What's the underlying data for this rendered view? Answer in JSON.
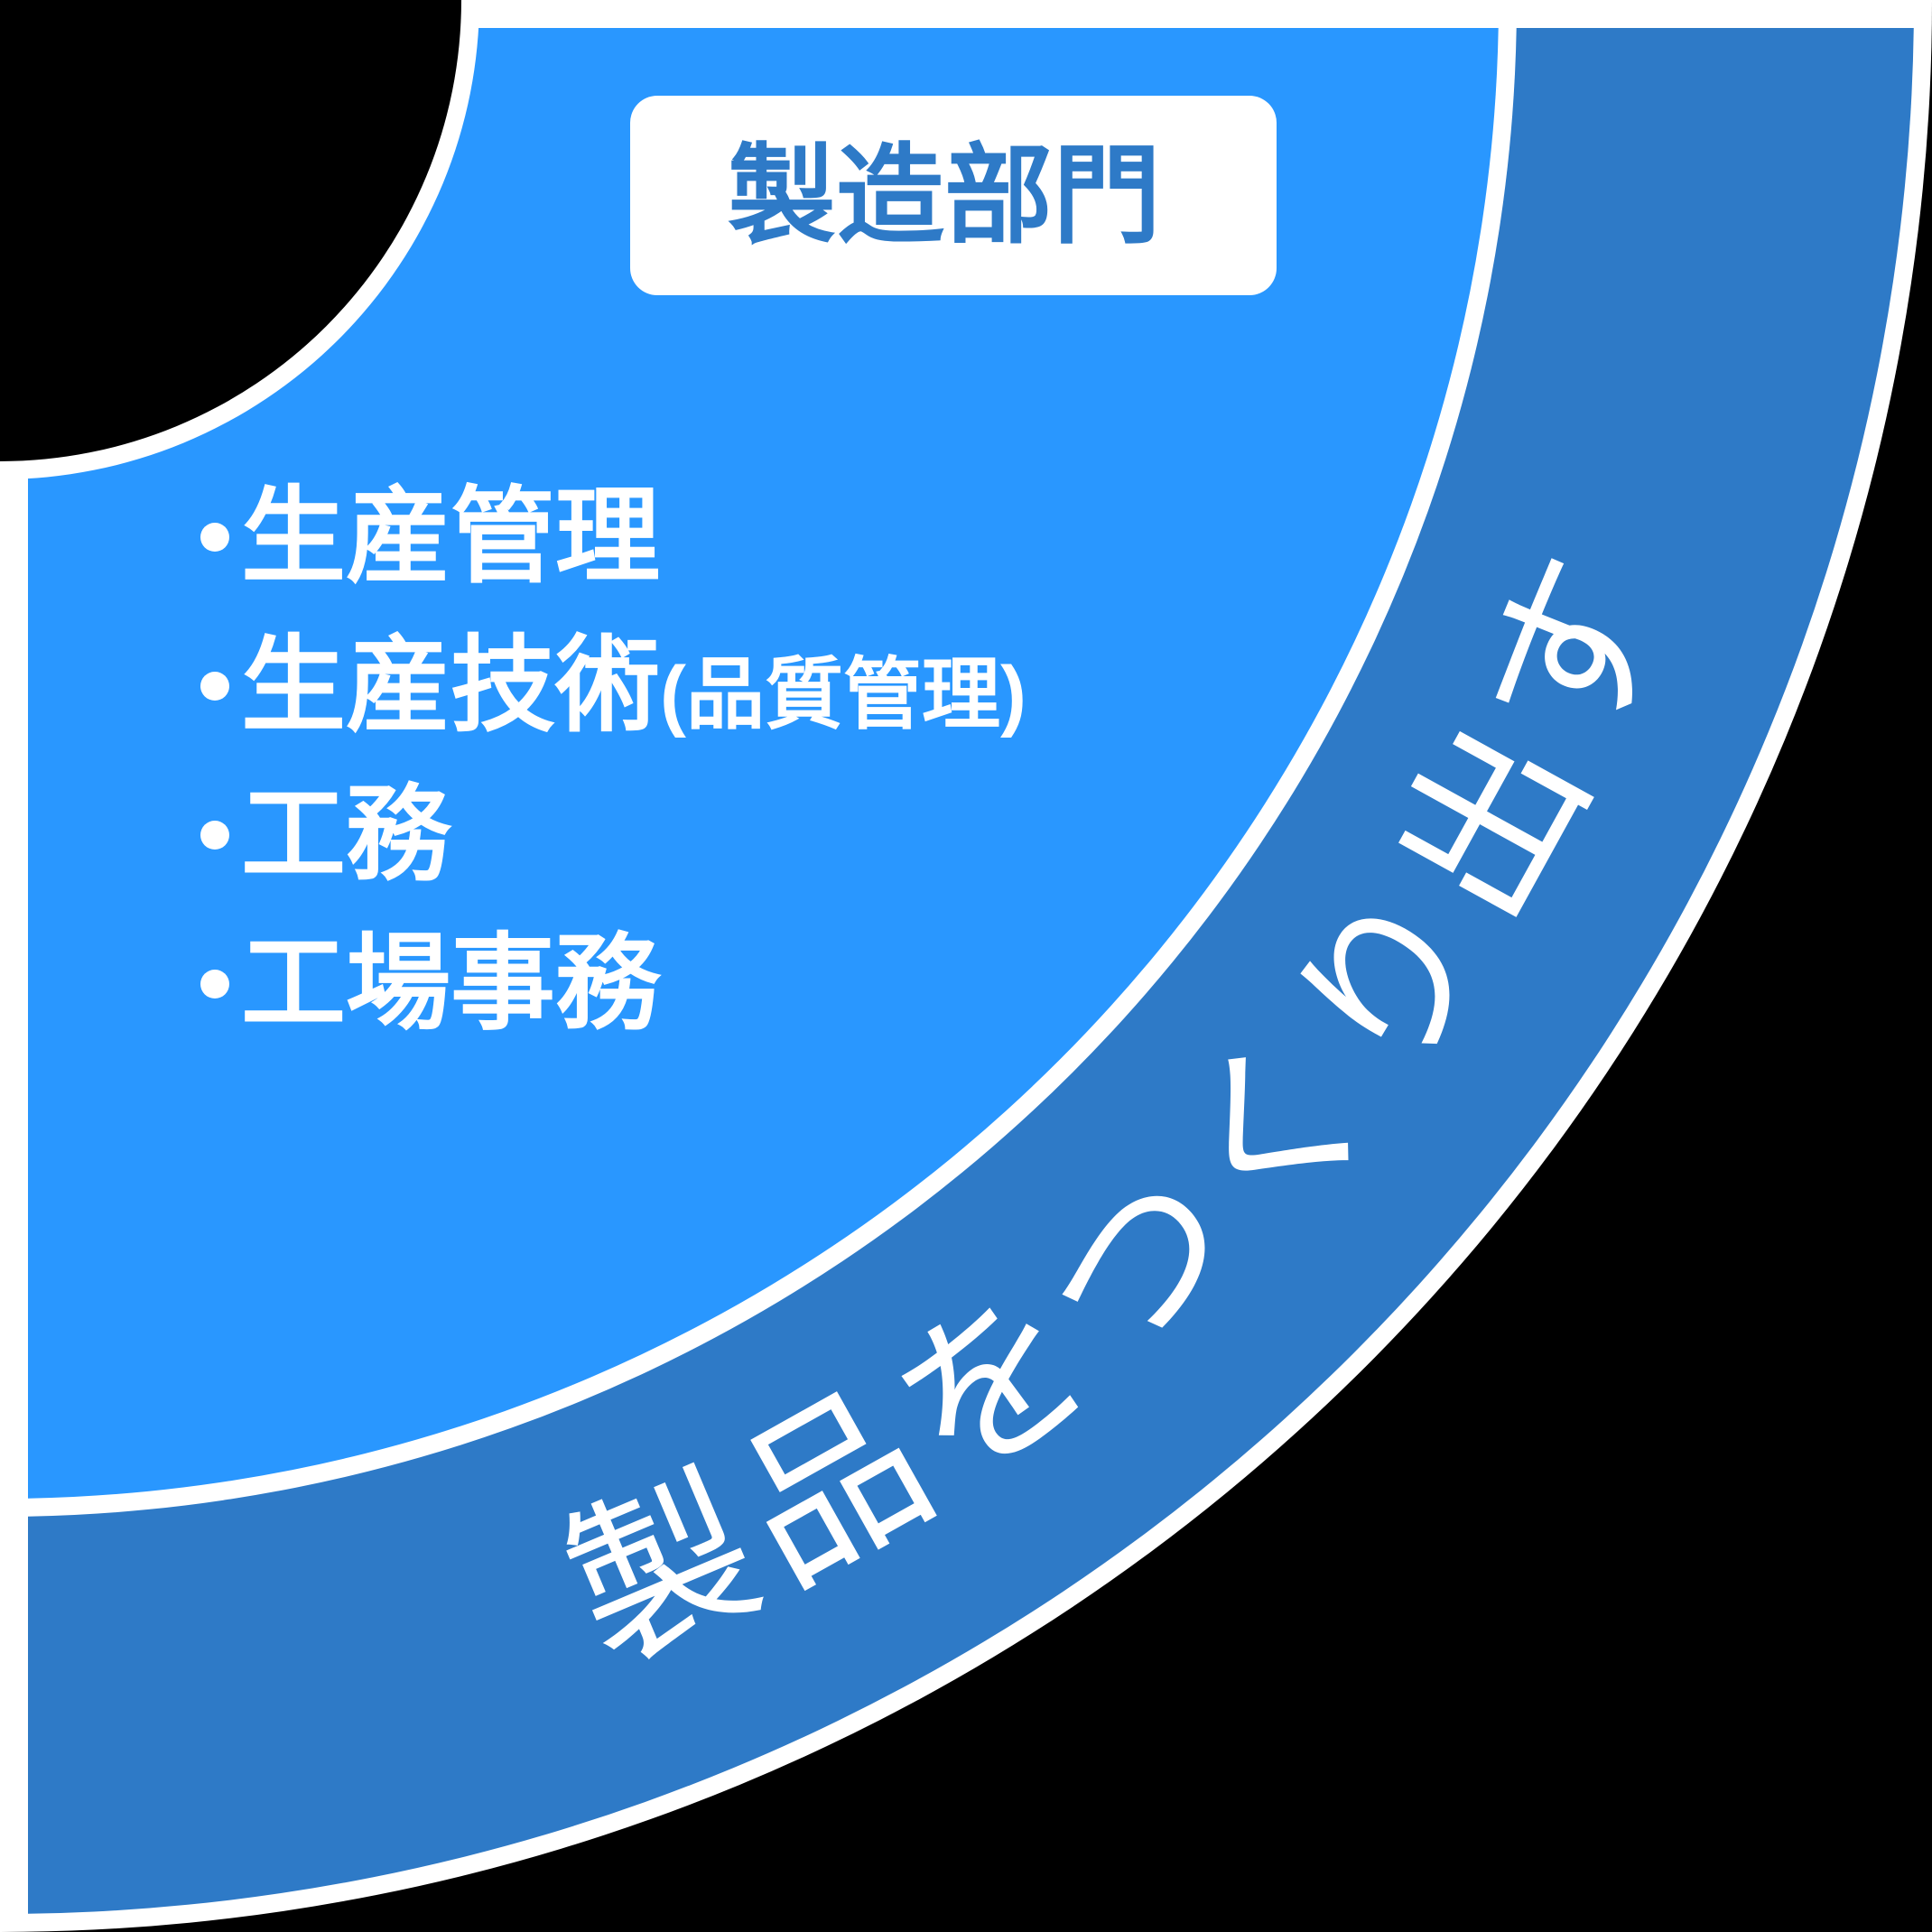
{
  "colors": {
    "background": "#000000",
    "border": "#FFFFFF",
    "inner_panel": "#2997FF",
    "outer_band": "#2E7AC7",
    "title_box": "#FFFFFF",
    "title_text": "#2E7AC7",
    "body_text": "#FFFFFF"
  },
  "title": {
    "label": "製造部門"
  },
  "icons": {
    "list_marker": "bullet-dot"
  },
  "duties": [
    {
      "label": "生産管理"
    },
    {
      "label": "生産技術",
      "note": "(品質管理)"
    },
    {
      "label": "工務"
    },
    {
      "label": "工場事務"
    }
  ],
  "band": {
    "slogan": "製品をつくり出す"
  }
}
